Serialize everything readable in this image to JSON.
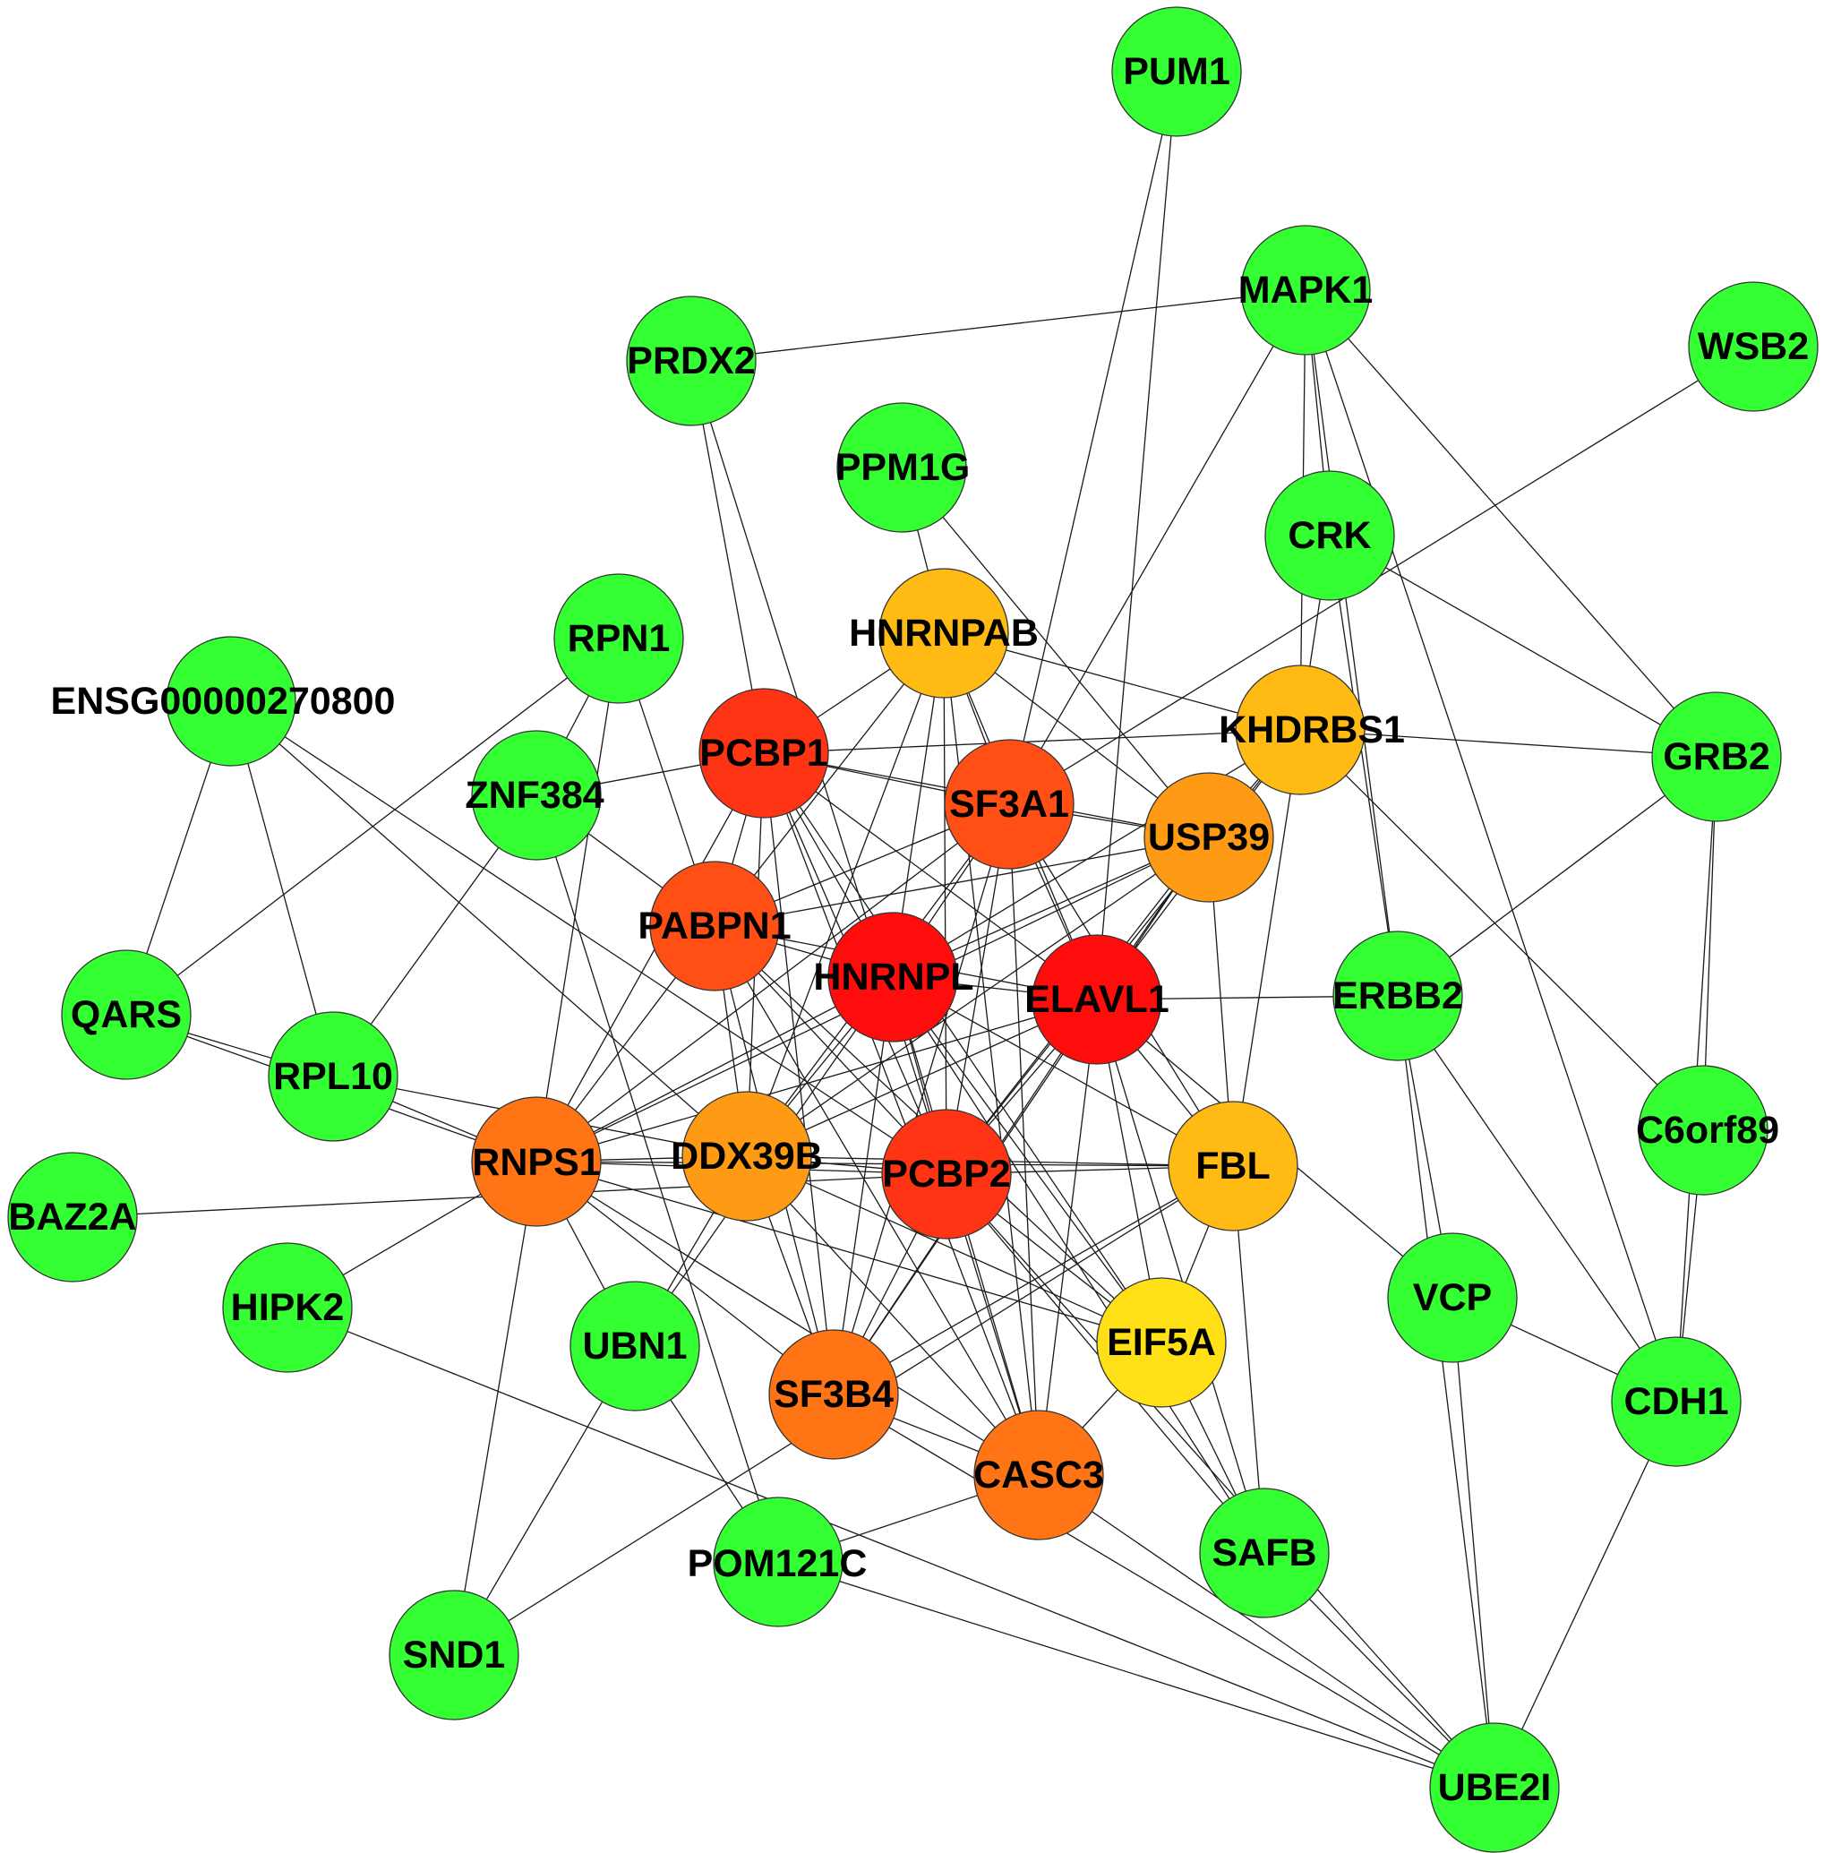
{
  "colors": {
    "hub_green": "#33ff33",
    "red": "#ff0d0d",
    "red_orange": "#ff3414",
    "orange_red": "#ff4f14",
    "orange": "#ff7414",
    "orange_light": "#ff9a14",
    "amber": "#ffbb14",
    "yellow": "#ffe016",
    "edge": "#1a1a1a",
    "outline": "#333333"
  },
  "network": {
    "nodes": [
      {
        "id": "PUM1",
        "label": "PUM1",
        "color": "hub_green"
      },
      {
        "id": "MAPK1",
        "label": "MAPK1",
        "color": "hub_green"
      },
      {
        "id": "WSB2",
        "label": "WSB2",
        "color": "hub_green"
      },
      {
        "id": "PRDX2",
        "label": "PRDX2",
        "color": "hub_green"
      },
      {
        "id": "PPM1G",
        "label": "PPM1G",
        "color": "hub_green"
      },
      {
        "id": "CRK",
        "label": "CRK",
        "color": "hub_green"
      },
      {
        "id": "RPN1",
        "label": "RPN1",
        "color": "hub_green"
      },
      {
        "id": "ENSG00000270800",
        "label": "ENSG00000270800",
        "color": "hub_green"
      },
      {
        "id": "HNRNPAB",
        "label": "HNRNPAB",
        "color": "amber"
      },
      {
        "id": "KHDRBS1",
        "label": "KHDRBS1",
        "color": "amber"
      },
      {
        "id": "GRB2",
        "label": "GRB2",
        "color": "hub_green"
      },
      {
        "id": "PCBP1",
        "label": "PCBP1",
        "color": "red_orange"
      },
      {
        "id": "ZNF384",
        "label": "ZNF384",
        "color": "hub_green"
      },
      {
        "id": "SF3A1",
        "label": "SF3A1",
        "color": "orange_red"
      },
      {
        "id": "USP39",
        "label": "USP39",
        "color": "orange_light"
      },
      {
        "id": "PABPN1",
        "label": "PABPN1",
        "color": "orange_red"
      },
      {
        "id": "HNRNPL",
        "label": "HNRNPL",
        "color": "red"
      },
      {
        "id": "ELAVL1",
        "label": "ELAVL1",
        "color": "red"
      },
      {
        "id": "ERBB2",
        "label": "ERBB2",
        "color": "hub_green"
      },
      {
        "id": "QARS",
        "label": "QARS",
        "color": "hub_green"
      },
      {
        "id": "RPL10",
        "label": "RPL10",
        "color": "hub_green"
      },
      {
        "id": "C6orf89",
        "label": "C6orf89",
        "color": "hub_green"
      },
      {
        "id": "RNPS1",
        "label": "RNPS1",
        "color": "orange"
      },
      {
        "id": "DDX39B",
        "label": "DDX39B",
        "color": "orange_light"
      },
      {
        "id": "PCBP2",
        "label": "PCBP2",
        "color": "red_orange"
      },
      {
        "id": "FBL",
        "label": "FBL",
        "color": "amber"
      },
      {
        "id": "BAZ2A",
        "label": "BAZ2A",
        "color": "hub_green"
      },
      {
        "id": "VCP",
        "label": "VCP",
        "color": "hub_green"
      },
      {
        "id": "HIPK2",
        "label": "HIPK2",
        "color": "hub_green"
      },
      {
        "id": "UBN1",
        "label": "UBN1",
        "color": "hub_green"
      },
      {
        "id": "EIF5A",
        "label": "EIF5A",
        "color": "yellow"
      },
      {
        "id": "SF3B4",
        "label": "SF3B4",
        "color": "orange"
      },
      {
        "id": "CDH1",
        "label": "CDH1",
        "color": "hub_green"
      },
      {
        "id": "CASC3",
        "label": "CASC3",
        "color": "orange"
      },
      {
        "id": "SAFB",
        "label": "SAFB",
        "color": "hub_green"
      },
      {
        "id": "POM121C",
        "label": "POM121C",
        "color": "hub_green"
      },
      {
        "id": "SND1",
        "label": "SND1",
        "color": "hub_green"
      },
      {
        "id": "UBE2I",
        "label": "UBE2I",
        "color": "hub_green"
      }
    ],
    "edges": [
      [
        "PUM1",
        "SF3A1"
      ],
      [
        "PUM1",
        "ELAVL1"
      ],
      [
        "MAPK1",
        "PRDX2"
      ],
      [
        "MAPK1",
        "CRK"
      ],
      [
        "MAPK1",
        "ERBB2"
      ],
      [
        "MAPK1",
        "GRB2"
      ],
      [
        "MAPK1",
        "SF3A1"
      ],
      [
        "MAPK1",
        "CDH1"
      ],
      [
        "MAPK1",
        "KHDRBS1"
      ],
      [
        "WSB2",
        "SF3A1"
      ],
      [
        "PRDX2",
        "PCBP1"
      ],
      [
        "PRDX2",
        "PCBP2"
      ],
      [
        "PPM1G",
        "HNRNPAB"
      ],
      [
        "PPM1G",
        "USP39"
      ],
      [
        "CRK",
        "KHDRBS1"
      ],
      [
        "CRK",
        "ERBB2"
      ],
      [
        "CRK",
        "GRB2"
      ],
      [
        "RPN1",
        "ZNF384"
      ],
      [
        "RPN1",
        "QARS"
      ],
      [
        "RPN1",
        "RNPS1"
      ],
      [
        "RPN1",
        "PABPN1"
      ],
      [
        "ENSG00000270800",
        "QARS"
      ],
      [
        "ENSG00000270800",
        "RPL10"
      ],
      [
        "ENSG00000270800",
        "DDX39B"
      ],
      [
        "ENSG00000270800",
        "PCBP2"
      ],
      [
        "HNRNPAB",
        "PCBP1"
      ],
      [
        "HNRNPAB",
        "SF3A1"
      ],
      [
        "HNRNPAB",
        "HNRNPL"
      ],
      [
        "HNRNPAB",
        "ELAVL1"
      ],
      [
        "HNRNPAB",
        "DDX39B"
      ],
      [
        "HNRNPAB",
        "PCBP2"
      ],
      [
        "HNRNPAB",
        "KHDRBS1"
      ],
      [
        "HNRNPAB",
        "USP39"
      ],
      [
        "HNRNPAB",
        "PABPN1"
      ],
      [
        "HNRNPAB",
        "CASC3"
      ],
      [
        "KHDRBS1",
        "GRB2"
      ],
      [
        "KHDRBS1",
        "PCBP1"
      ],
      [
        "KHDRBS1",
        "USP39"
      ],
      [
        "KHDRBS1",
        "ELAVL1"
      ],
      [
        "KHDRBS1",
        "HNRNPL"
      ],
      [
        "KHDRBS1",
        "FBL"
      ],
      [
        "KHDRBS1",
        "C6orf89"
      ],
      [
        "KHDRBS1",
        "PCBP2"
      ],
      [
        "GRB2",
        "ERBB2"
      ],
      [
        "GRB2",
        "CDH1"
      ],
      [
        "PCBP1",
        "ZNF384"
      ],
      [
        "PCBP1",
        "SF3A1"
      ],
      [
        "PCBP1",
        "PABPN1"
      ],
      [
        "PCBP1",
        "HNRNPL"
      ],
      [
        "PCBP1",
        "ELAVL1"
      ],
      [
        "PCBP1",
        "DDX39B"
      ],
      [
        "PCBP1",
        "PCBP2"
      ],
      [
        "PCBP1",
        "RNPS1"
      ],
      [
        "PCBP1",
        "SF3B4"
      ],
      [
        "PCBP1",
        "EIF5A"
      ],
      [
        "PCBP1",
        "CASC3"
      ],
      [
        "PCBP1",
        "USP39"
      ],
      [
        "ZNF384",
        "RPL10"
      ],
      [
        "ZNF384",
        "PABPN1"
      ],
      [
        "ZNF384",
        "POM121C"
      ],
      [
        "SF3A1",
        "USP39"
      ],
      [
        "SF3A1",
        "PABPN1"
      ],
      [
        "SF3A1",
        "HNRNPL"
      ],
      [
        "SF3A1",
        "ELAVL1"
      ],
      [
        "SF3A1",
        "RNPS1"
      ],
      [
        "SF3A1",
        "DDX39B"
      ],
      [
        "SF3A1",
        "PCBP2"
      ],
      [
        "SF3A1",
        "SF3B4"
      ],
      [
        "SF3A1",
        "CASC3"
      ],
      [
        "SF3A1",
        "FBL"
      ],
      [
        "USP39",
        "ELAVL1"
      ],
      [
        "USP39",
        "HNRNPL"
      ],
      [
        "USP39",
        "DDX39B"
      ],
      [
        "USP39",
        "PCBP2"
      ],
      [
        "USP39",
        "RNPS1"
      ],
      [
        "USP39",
        "SF3B4"
      ],
      [
        "USP39",
        "FBL"
      ],
      [
        "USP39",
        "PABPN1"
      ],
      [
        "PABPN1",
        "HNRNPL"
      ],
      [
        "PABPN1",
        "ELAVL1"
      ],
      [
        "PABPN1",
        "RNPS1"
      ],
      [
        "PABPN1",
        "DDX39B"
      ],
      [
        "PABPN1",
        "PCBP2"
      ],
      [
        "PABPN1",
        "SF3B4"
      ],
      [
        "PABPN1",
        "CASC3"
      ],
      [
        "PABPN1",
        "EIF5A"
      ],
      [
        "HNRNPL",
        "ELAVL1"
      ],
      [
        "HNRNPL",
        "RNPS1"
      ],
      [
        "HNRNPL",
        "DDX39B"
      ],
      [
        "HNRNPL",
        "PCBP2"
      ],
      [
        "HNRNPL",
        "SF3B4"
      ],
      [
        "HNRNPL",
        "EIF5A"
      ],
      [
        "HNRNPL",
        "CASC3"
      ],
      [
        "HNRNPL",
        "FBL"
      ],
      [
        "HNRNPL",
        "SAFB"
      ],
      [
        "HNRNPL",
        "UBN1"
      ],
      [
        "ELAVL1",
        "ERBB2"
      ],
      [
        "ELAVL1",
        "DDX39B"
      ],
      [
        "ELAVL1",
        "PCBP2"
      ],
      [
        "ELAVL1",
        "RNPS1"
      ],
      [
        "ELAVL1",
        "SF3B4"
      ],
      [
        "ELAVL1",
        "CASC3"
      ],
      [
        "ELAVL1",
        "EIF5A"
      ],
      [
        "ELAVL1",
        "FBL"
      ],
      [
        "ELAVL1",
        "VCP"
      ],
      [
        "ELAVL1",
        "SAFB"
      ],
      [
        "ERBB2",
        "VCP"
      ],
      [
        "ERBB2",
        "CDH1"
      ],
      [
        "ERBB2",
        "UBE2I"
      ],
      [
        "QARS",
        "RPL10"
      ],
      [
        "QARS",
        "RNPS1"
      ],
      [
        "RPL10",
        "RNPS1"
      ],
      [
        "RPL10",
        "DDX39B"
      ],
      [
        "C6orf89",
        "CDH1"
      ],
      [
        "C6orf89",
        "GRB2"
      ],
      [
        "RNPS1",
        "DDX39B"
      ],
      [
        "RNPS1",
        "PCBP2"
      ],
      [
        "RNPS1",
        "SF3B4"
      ],
      [
        "RNPS1",
        "CASC3"
      ],
      [
        "RNPS1",
        "EIF5A"
      ],
      [
        "RNPS1",
        "FBL"
      ],
      [
        "RNPS1",
        "HIPK2"
      ],
      [
        "RNPS1",
        "UBN1"
      ],
      [
        "RNPS1",
        "SND1"
      ],
      [
        "DDX39B",
        "PCBP2"
      ],
      [
        "DDX39B",
        "SF3B4"
      ],
      [
        "DDX39B",
        "CASC3"
      ],
      [
        "DDX39B",
        "EIF5A"
      ],
      [
        "DDX39B",
        "FBL"
      ],
      [
        "DDX39B",
        "UBN1"
      ],
      [
        "PCBP2",
        "SF3B4"
      ],
      [
        "PCBP2",
        "CASC3"
      ],
      [
        "PCBP2",
        "EIF5A"
      ],
      [
        "PCBP2",
        "FBL"
      ],
      [
        "PCBP2",
        "BAZ2A"
      ],
      [
        "PCBP2",
        "SAFB"
      ],
      [
        "PCBP2",
        "UBE2I"
      ],
      [
        "FBL",
        "SF3B4"
      ],
      [
        "FBL",
        "EIF5A"
      ],
      [
        "FBL",
        "SAFB"
      ],
      [
        "FBL",
        "SND1"
      ],
      [
        "VCP",
        "UBE2I"
      ],
      [
        "VCP",
        "CDH1"
      ],
      [
        "HIPK2",
        "UBE2I"
      ],
      [
        "UBN1",
        "POM121C"
      ],
      [
        "UBN1",
        "SND1"
      ],
      [
        "EIF5A",
        "SAFB"
      ],
      [
        "EIF5A",
        "CASC3"
      ],
      [
        "SF3B4",
        "CASC3"
      ],
      [
        "SF3B4",
        "UBE2I"
      ],
      [
        "CDH1",
        "UBE2I"
      ],
      [
        "CASC3",
        "POM121C"
      ],
      [
        "CASC3",
        "UBE2I"
      ],
      [
        "SAFB",
        "UBE2I"
      ],
      [
        "POM121C",
        "UBE2I"
      ]
    ]
  }
}
